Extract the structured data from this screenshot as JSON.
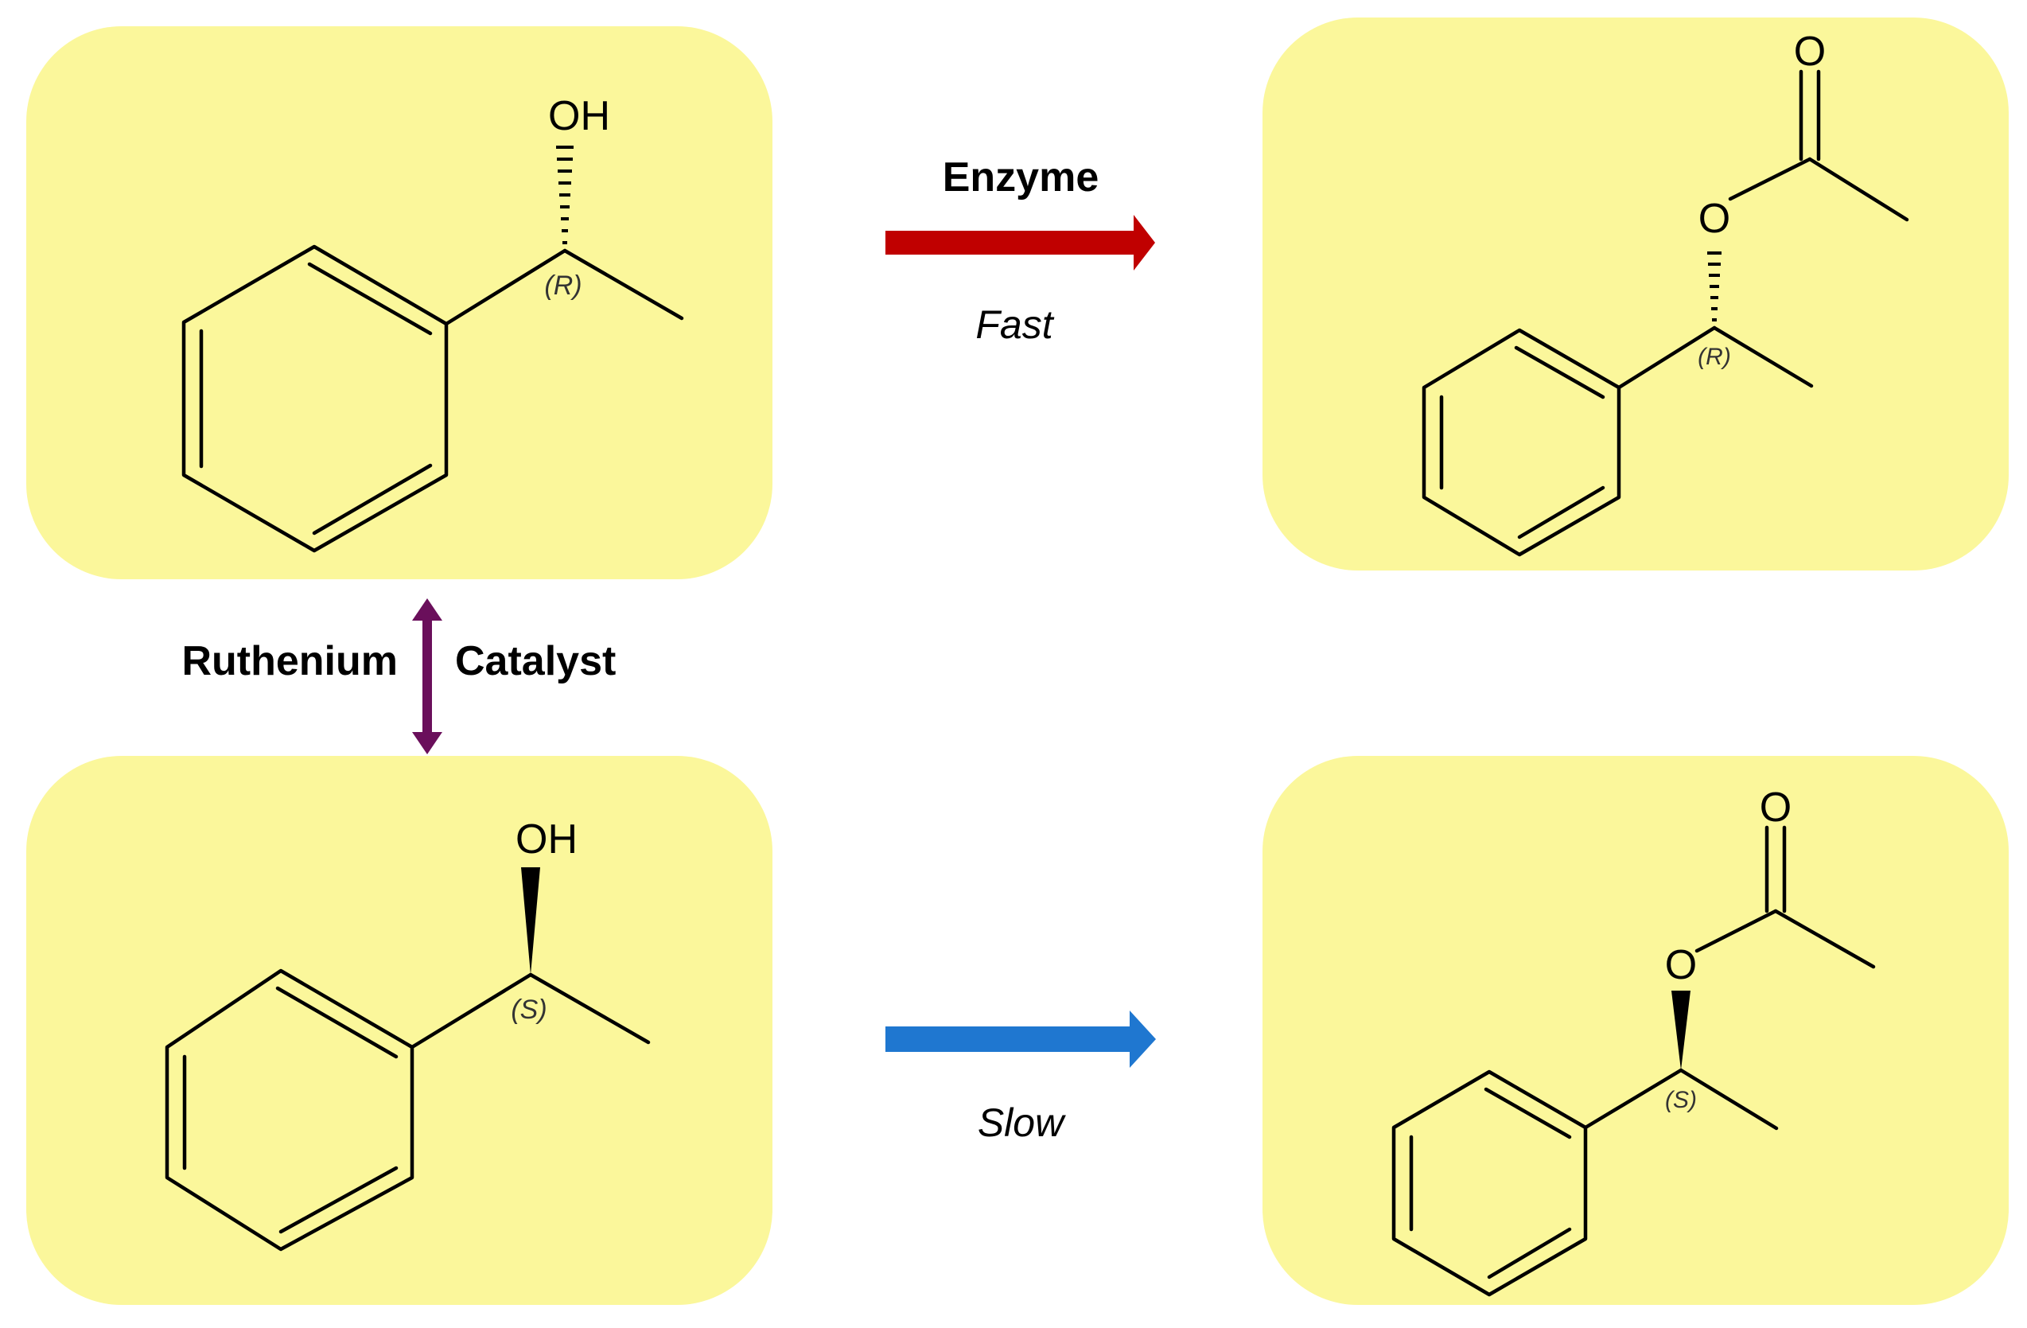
{
  "molecules": {
    "r_alcohol": {
      "substituent": "OH",
      "stereo": "(R)"
    },
    "s_alcohol": {
      "substituent": "OH",
      "stereo": "(S)"
    },
    "r_acetate": {
      "ester_o": "O",
      "carbonyl_o": "O",
      "stereo": "(R)"
    },
    "s_acetate": {
      "ester_o": "O",
      "carbonyl_o": "O",
      "stereo": "(S)"
    }
  },
  "reactions": {
    "fast": {
      "top_label": "Enzyme",
      "bottom_label": "Fast",
      "arrow_color": "#c00000"
    },
    "slow": {
      "bottom_label": "Slow",
      "arrow_color": "#1f77d0"
    },
    "racemization": {
      "left_label": "Ruthenium",
      "right_label": "Catalyst",
      "arrow_color": "#6a0f5b"
    }
  },
  "colors": {
    "box_fill": "#fbf79b"
  }
}
